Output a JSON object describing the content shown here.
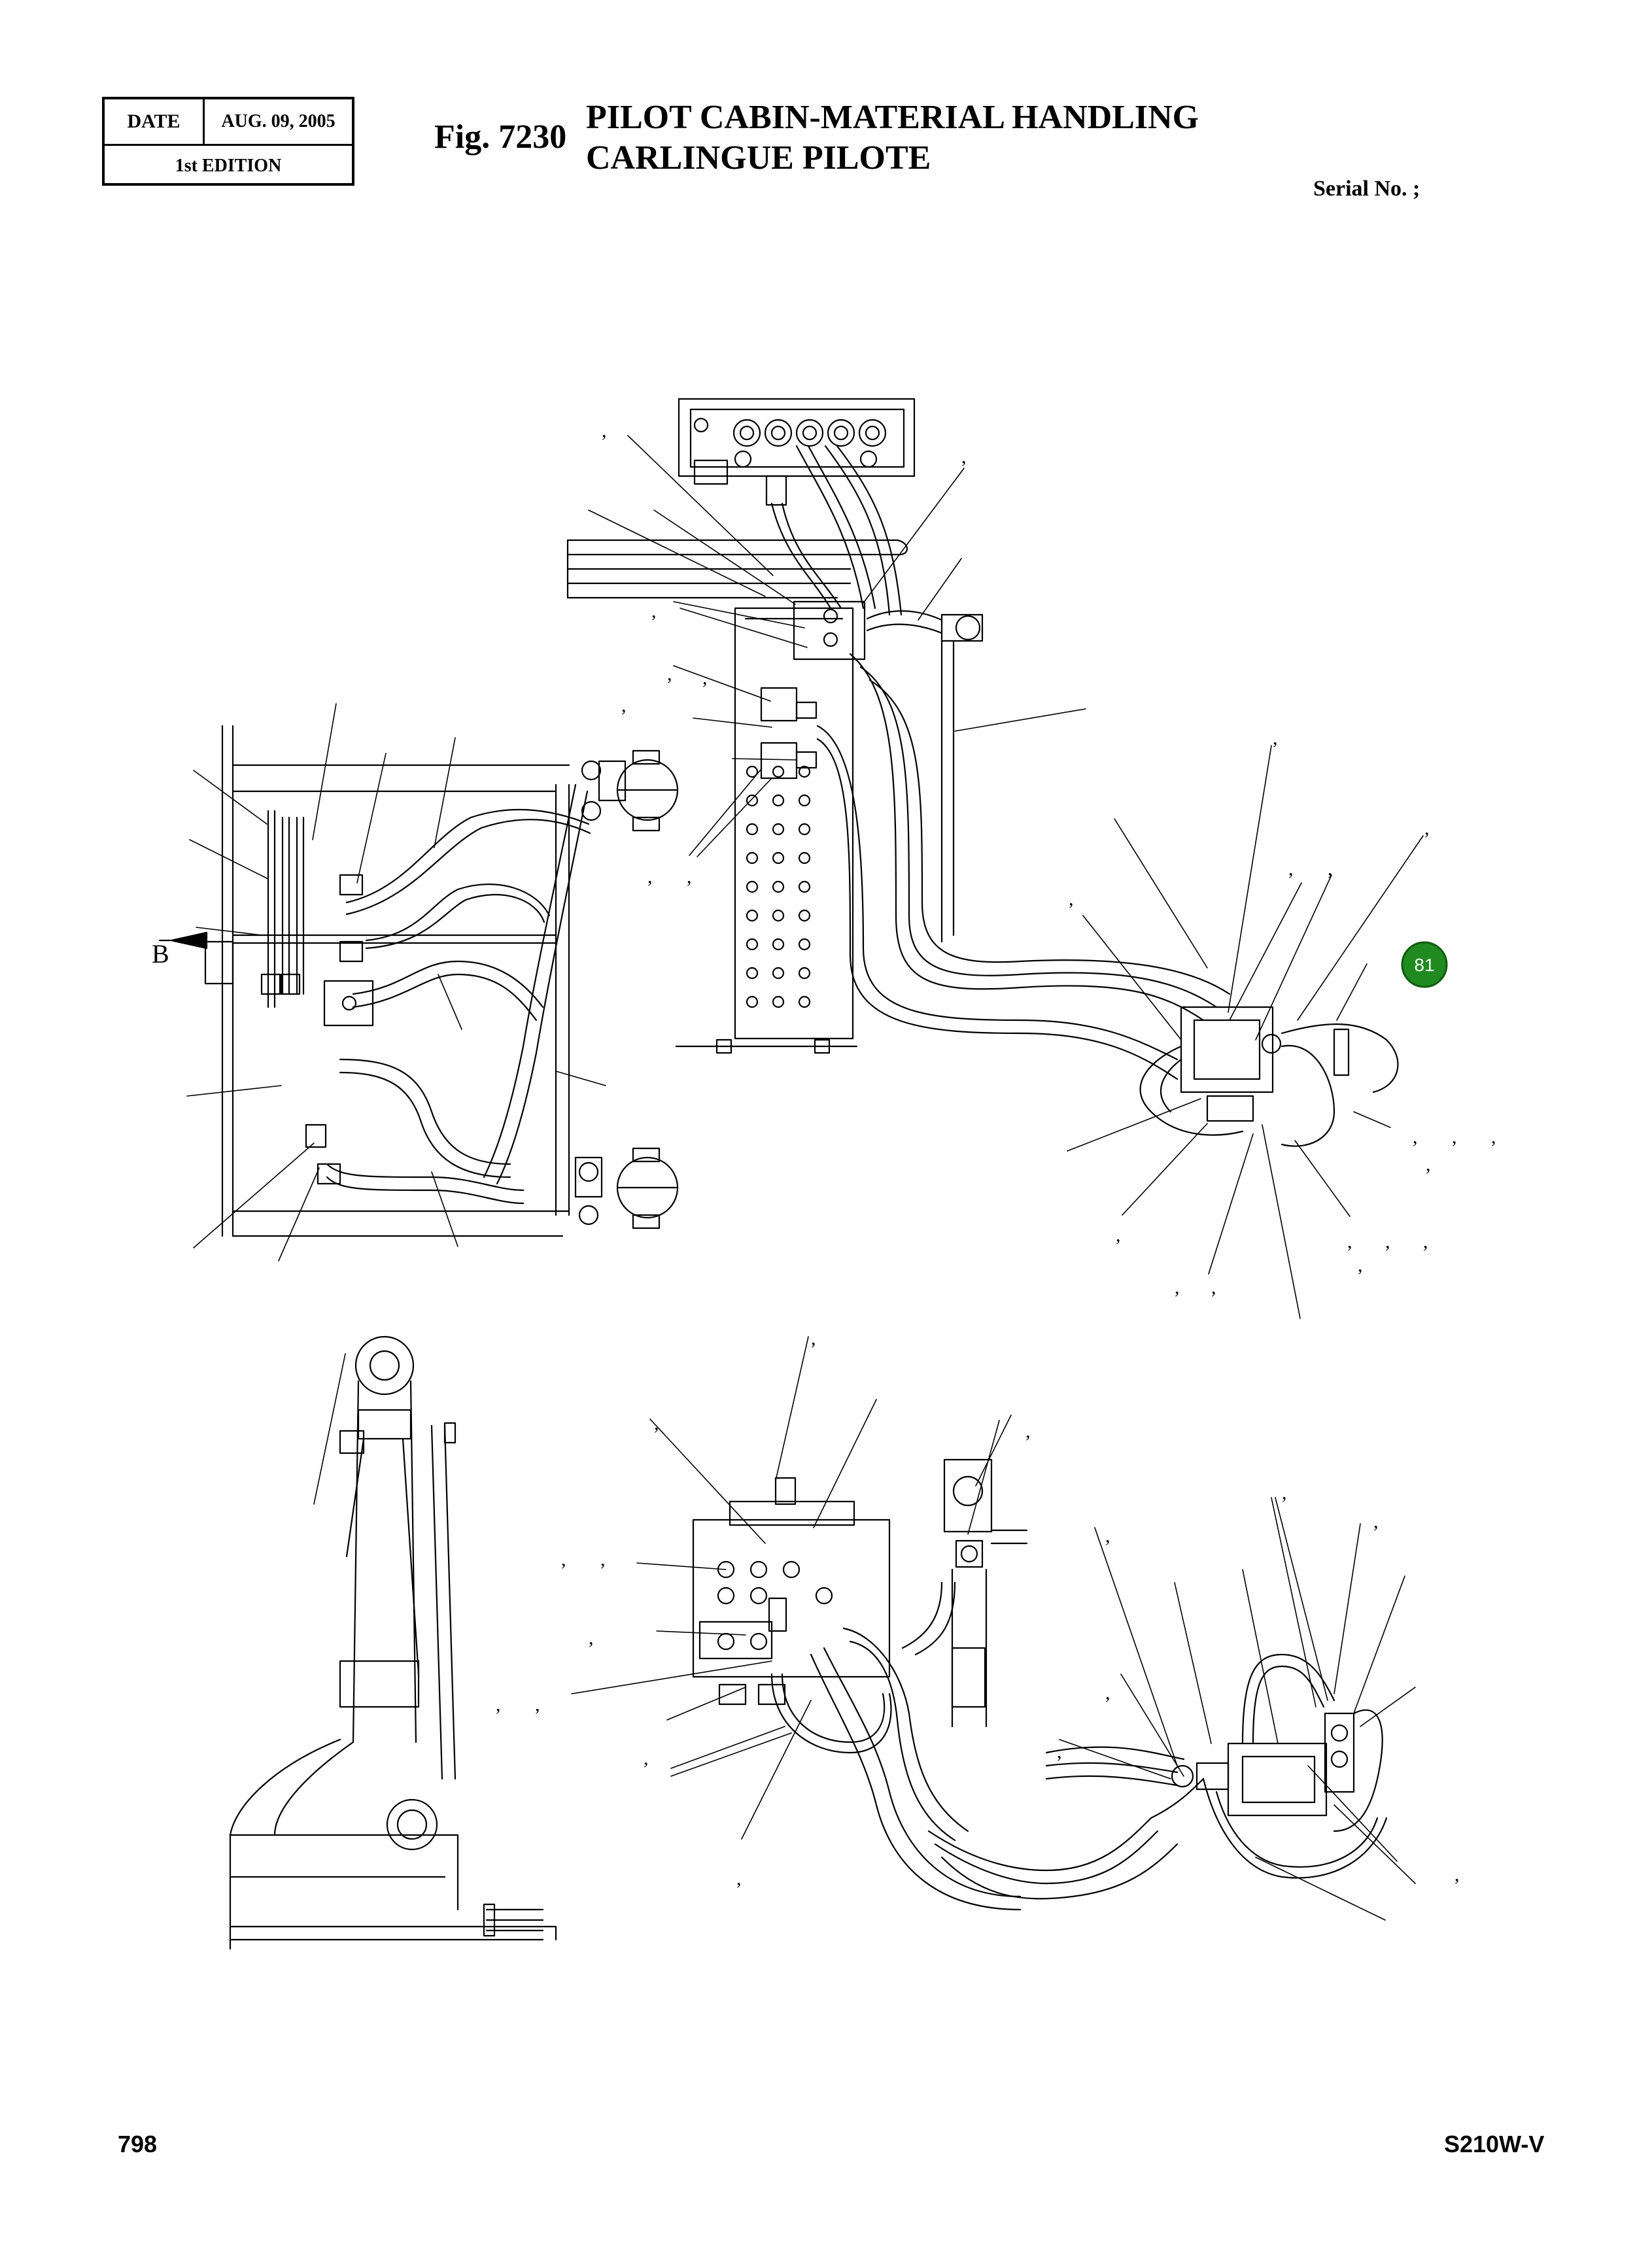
{
  "header": {
    "date_label": "DATE",
    "date_value": "AUG. 09, 2005",
    "edition": "1st EDITION",
    "figure_number": "Fig. 7230",
    "title_en": "PILOT CABIN-MATERIAL HANDLING",
    "title_fr": "CARLINGUE PILOTE",
    "serial": "Serial No. ;"
  },
  "diagram": {
    "view_label": "B",
    "callouts": [
      {
        "number": "81",
        "color": "#1f8a1f"
      }
    ],
    "comma_mark": ","
  },
  "footer": {
    "page": "798",
    "model": "S210W-V"
  }
}
